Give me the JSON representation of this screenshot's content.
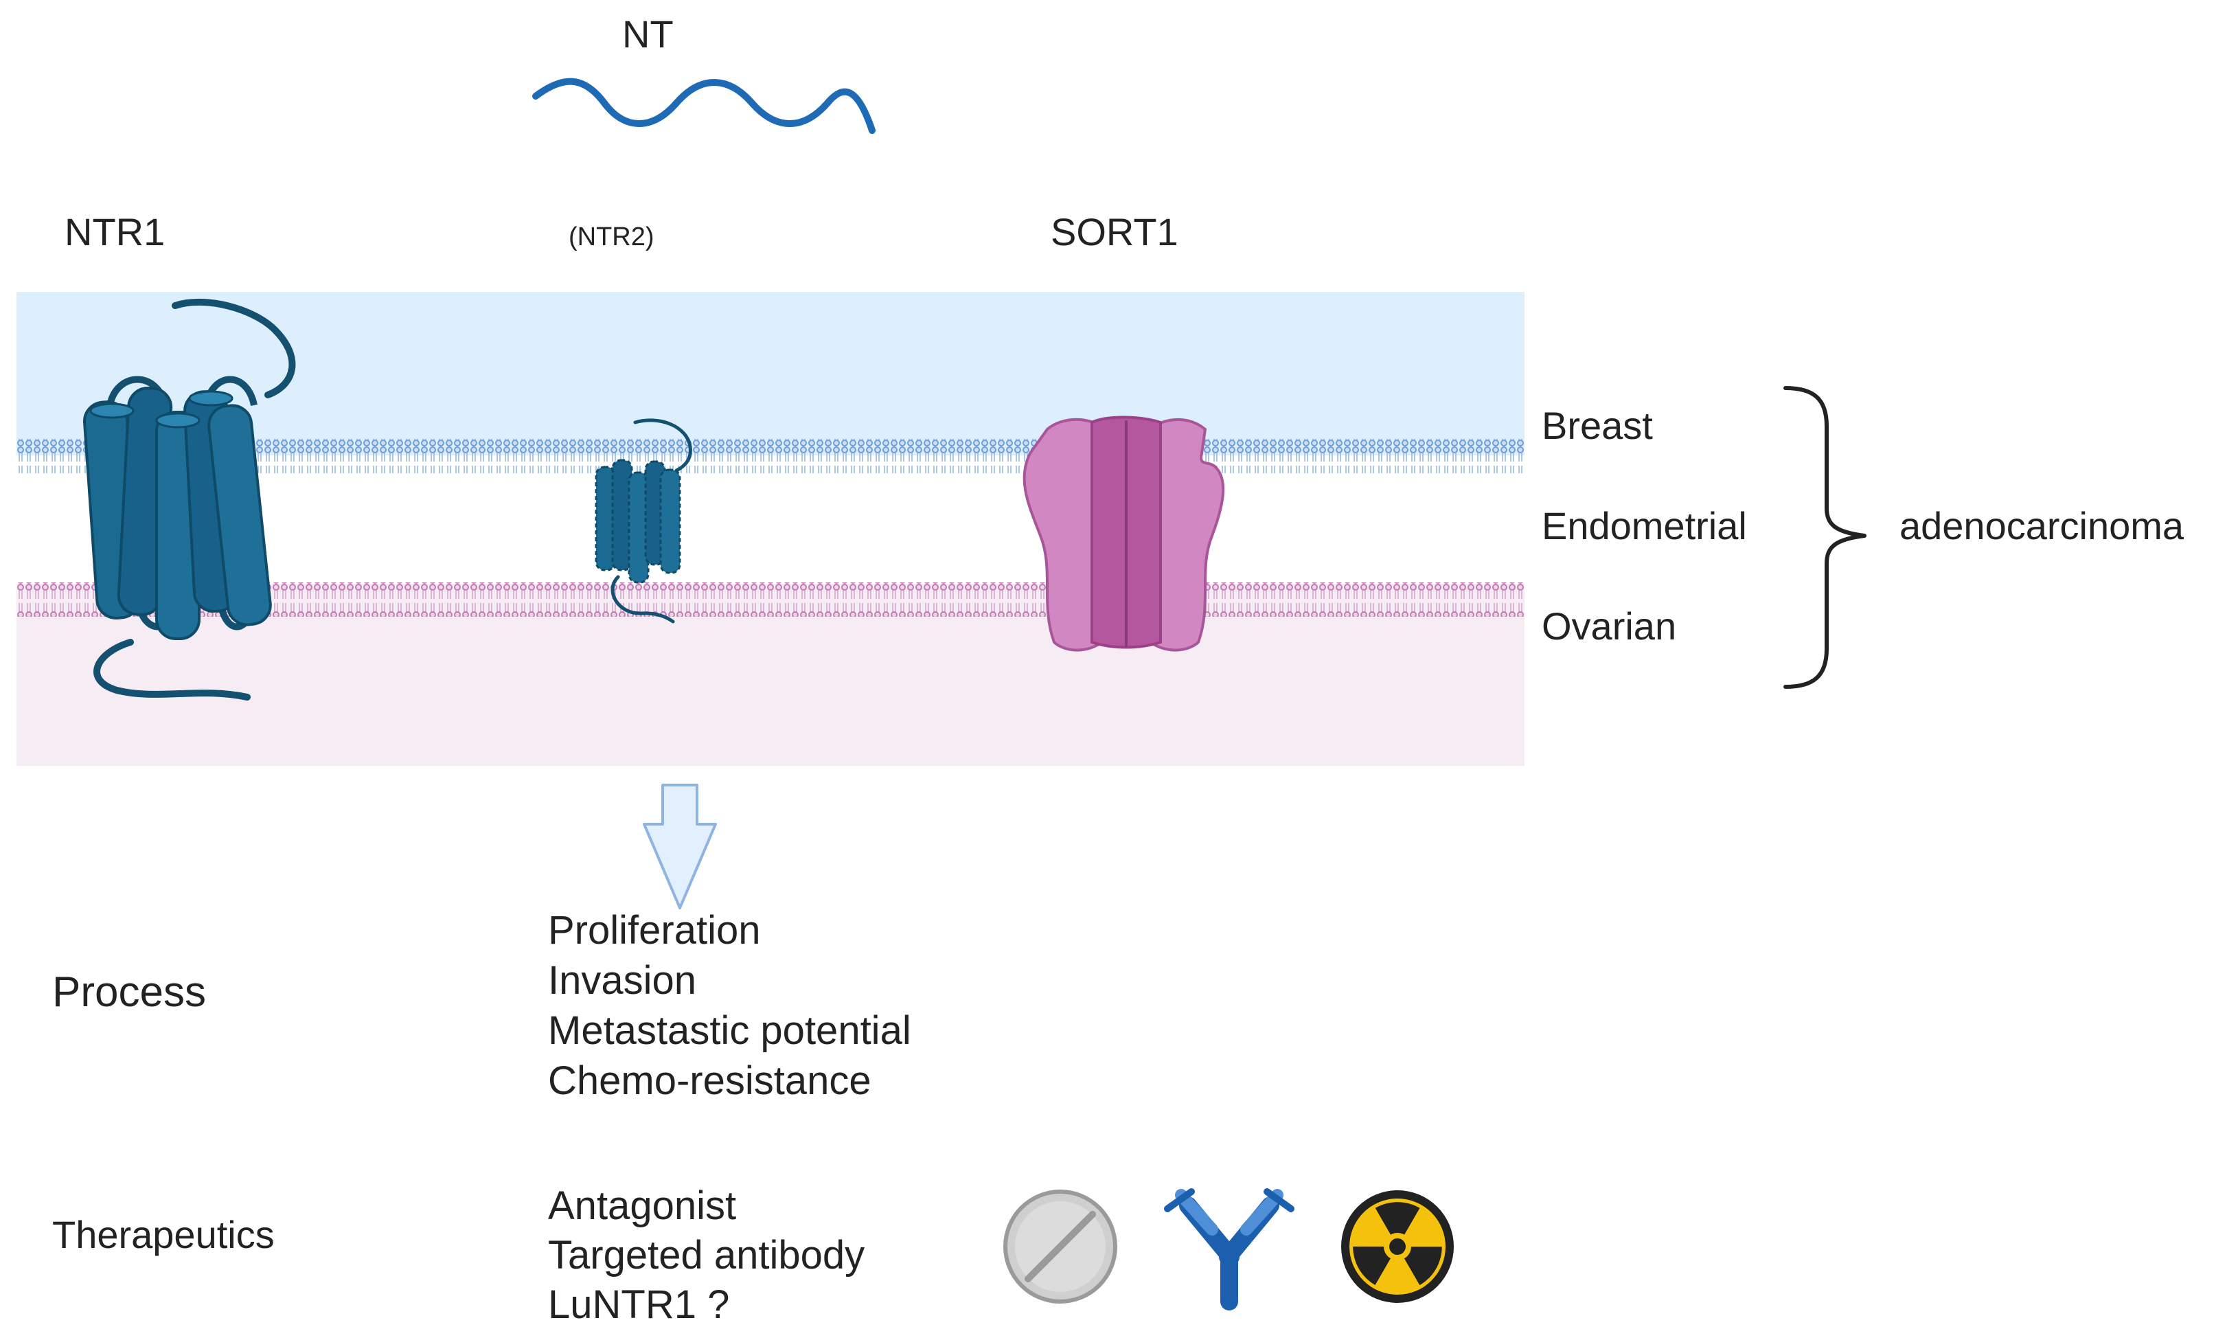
{
  "ligand": {
    "label": "NT"
  },
  "receptors": {
    "ntr1": "NTR1",
    "ntr2": "(NTR2)",
    "sort1": "SORT1"
  },
  "cancers": {
    "items": [
      "Breast",
      "Endometrial",
      "Ovarian"
    ],
    "group_label": "adenocarcinoma"
  },
  "process": {
    "title": "Process",
    "items": [
      "Proliferation",
      "Invasion",
      "Metastastic potential",
      "Chemo-resistance"
    ]
  },
  "therapeutics": {
    "title": "Therapeutics",
    "items": [
      "Antagonist",
      "Targeted antibody",
      "LuNTR1 ?"
    ],
    "icons": [
      "pill-icon",
      "antibody-icon",
      "radiation-icon"
    ]
  },
  "colors": {
    "extracellular": "#ddeefd",
    "intracellular": "#f6ecf4",
    "ntr_receptor": "#1a6a91",
    "sort1_receptor": "#c978b8",
    "ligand_wave": "#1f6ab5",
    "outer_membrane": "#6f9fd6",
    "inner_membrane": "#c27bb2",
    "arrow": "#e2effc",
    "radiation": "#f4c20d"
  }
}
